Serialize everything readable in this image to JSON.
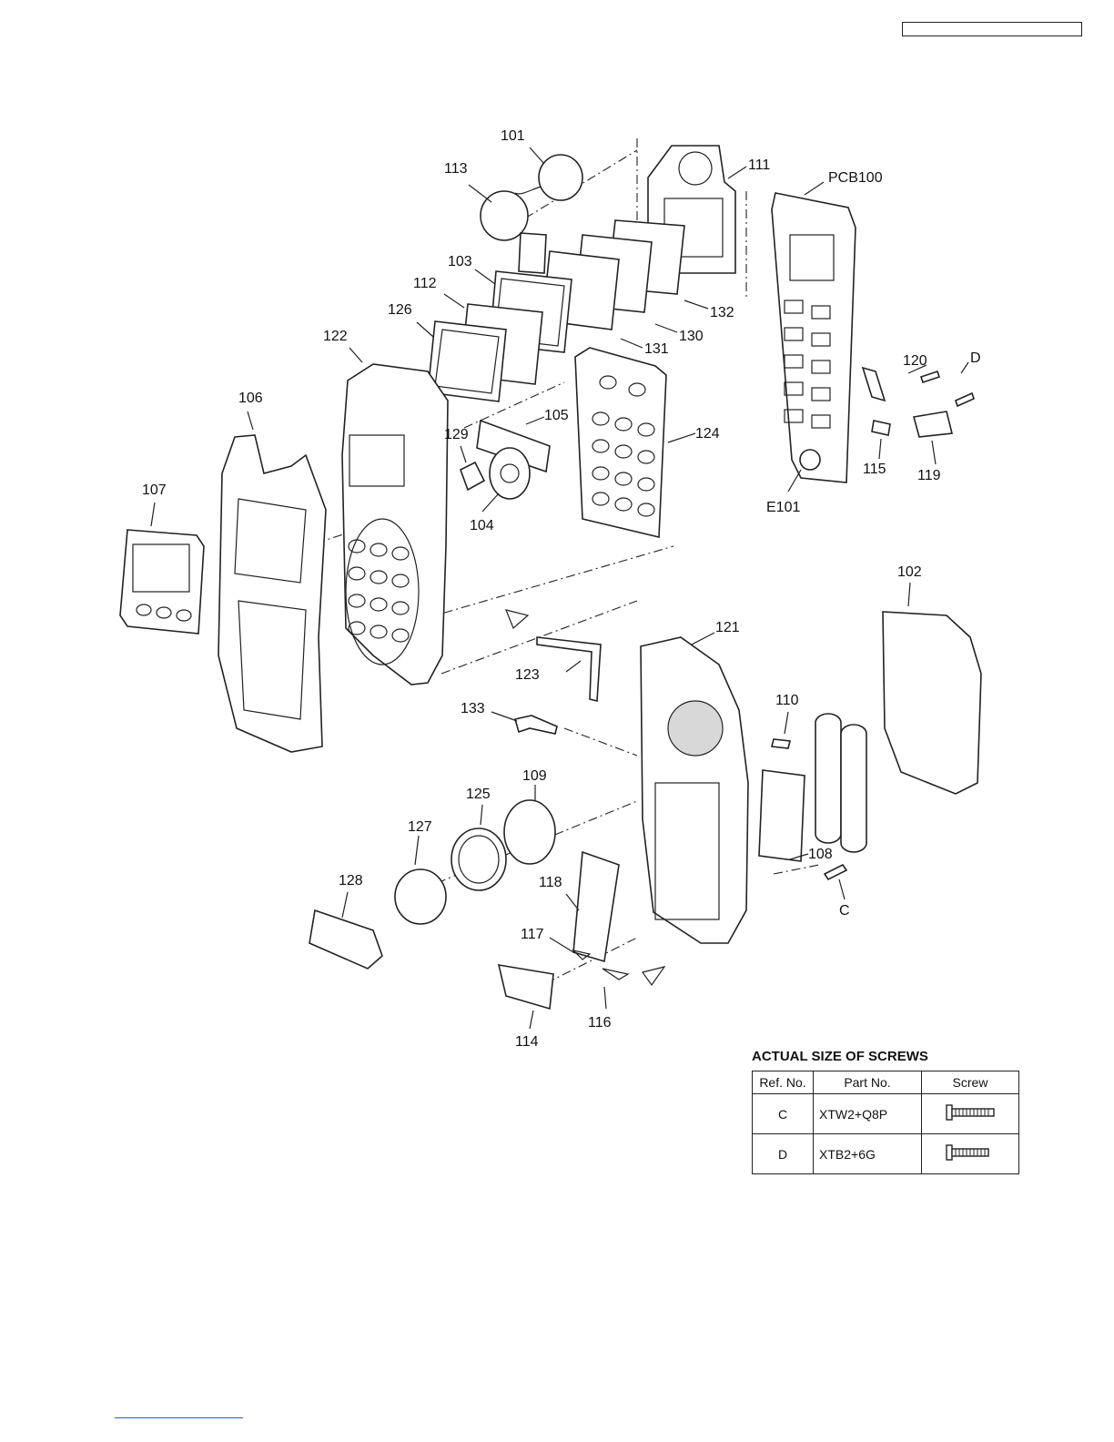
{
  "header": {
    "box_text": ""
  },
  "callouts": {
    "p101": "101",
    "p102": "102",
    "p103": "103",
    "p104": "104",
    "p105": "105",
    "p106": "106",
    "p107": "107",
    "p108": "108",
    "p109": "109",
    "p110": "110",
    "p111": "111",
    "p112": "112",
    "p113": "113",
    "p114": "114",
    "p115": "115",
    "p116": "116",
    "p117": "117",
    "p118": "118",
    "p119": "119",
    "p120": "120",
    "p121": "121",
    "p122": "122",
    "p123": "123",
    "p124": "124",
    "p125": "125",
    "p126": "126",
    "p127": "127",
    "p128": "128",
    "p129": "129",
    "p130": "130",
    "p131": "131",
    "p132": "132",
    "p133": "133",
    "pcb100": "PCB100",
    "e101": "E101",
    "screw_c": "C",
    "screw_d": "D"
  },
  "screws": {
    "title": "ACTUAL SIZE OF SCREWS",
    "headers": {
      "ref": "Ref. No.",
      "part": "Part No.",
      "screw": "Screw"
    },
    "rows": [
      {
        "ref": "C",
        "part": "XTW2+Q8P",
        "icon": "screw-icon"
      },
      {
        "ref": "D",
        "part": "XTB2+6G",
        "icon": "screw-icon"
      }
    ]
  }
}
